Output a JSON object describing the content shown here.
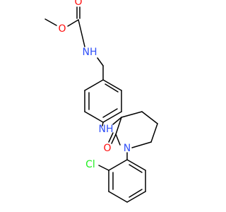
{
  "colors": {
    "carbon": "#000000",
    "oxygen": "#ff0d0d",
    "nitrogen": "#3050f8",
    "chlorine": "#1ff01f",
    "background": "#ffffff"
  },
  "atoms": {
    "ester_methoxy_o": "O",
    "carbonyl_o_carbamate": "O",
    "carbamate_nh": "NH",
    "aryl_amine_nh": "NH",
    "lactam_n": "N",
    "lactam_carbonyl_o": "O",
    "chloro": "Cl"
  }
}
